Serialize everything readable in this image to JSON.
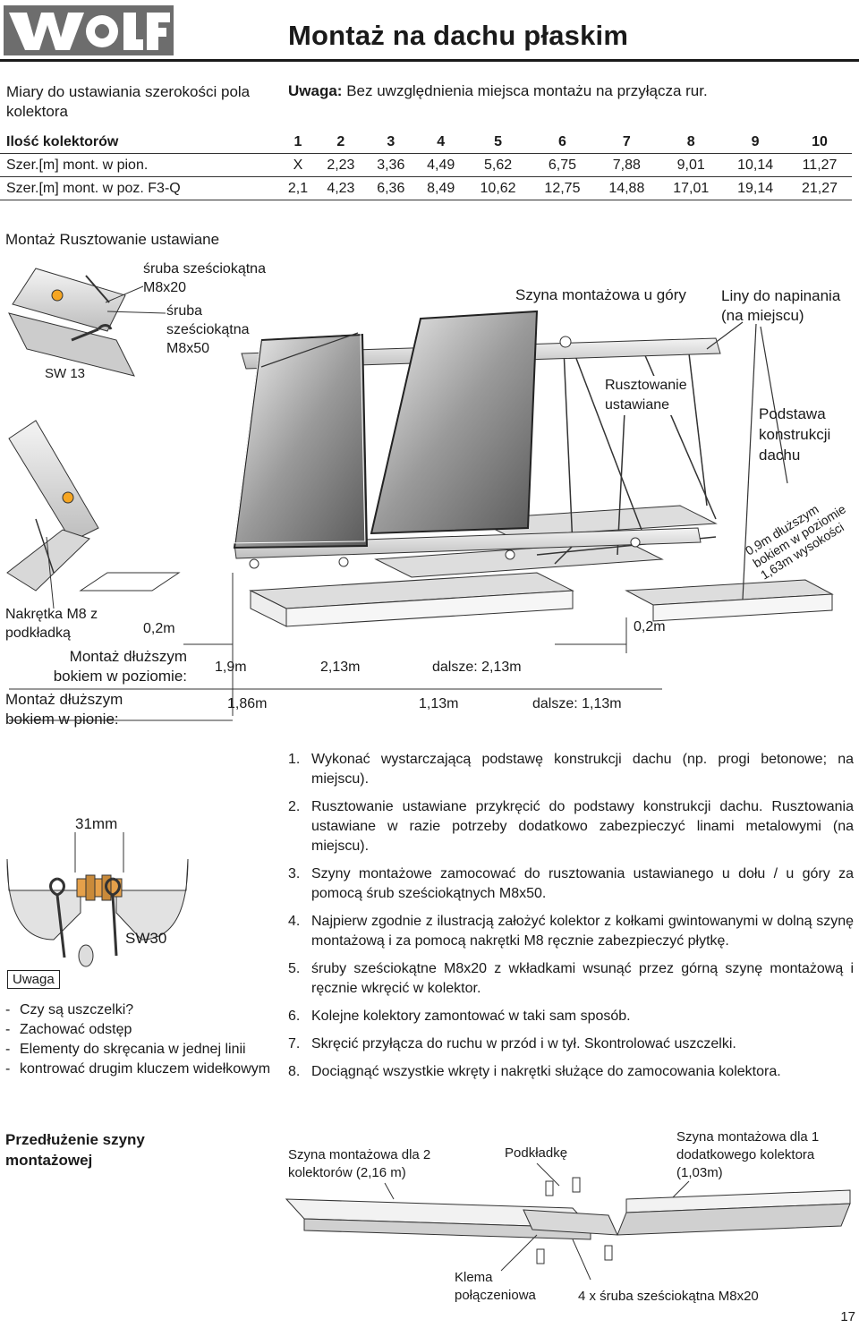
{
  "header": {
    "brand": "WOLF",
    "title": "Montaż na dachu płaskim"
  },
  "dimensions": {
    "heading": "Miary do ustawiania szerokości pola kolektora",
    "note_prefix": "Uwaga:",
    "note": "Bez uwzględnienia miejsca montażu na przyłącza rur.",
    "rows": [
      {
        "label": "Ilość kolektorów",
        "values": [
          "1",
          "2",
          "3",
          "4",
          "5",
          "6",
          "7",
          "8",
          "9",
          "10"
        ]
      },
      {
        "label": "Szer.[m] mont. w pion.",
        "values": [
          "X",
          "2,23",
          "3,36",
          "4,49",
          "5,62",
          "6,75",
          "7,88",
          "9,01",
          "10,14",
          "11,27"
        ]
      },
      {
        "label": "Szer.[m] mont. w poz. F3-Q",
        "values": [
          "2,1",
          "4,23",
          "6,36",
          "8,49",
          "10,62",
          "12,75",
          "14,88",
          "17,01",
          "19,14",
          "21,27"
        ]
      }
    ]
  },
  "assembly": {
    "heading": "Montaż Rusztowanie ustawiane",
    "labels": {
      "screw_m8x20": "śruba sześciokątna M8x20",
      "screw_m8x50": "śruba sześciokątna M8x50",
      "sw13": "SW 13",
      "top_rail": "Szyna montażowa u góry",
      "tension_lines": "Liny do napinania (na miejscu)",
      "frame": "Rusztowanie ustawiane",
      "roof_base": "Podstawa konstrukcji dachu",
      "nut": "Nakrętka M8 z podkładką",
      "horizontal": "Montaż dłuższym bokiem w poziomie:",
      "vertical": "Montaż dłuższym bokiem w pionie:",
      "rotated": "0,9m dłuższym bokiem w poziomie 1,63m wysokości"
    },
    "measures": {
      "left_gap": "0,2m",
      "right_gap": "0,2m",
      "h1": "1,9m",
      "h2": "2,13m",
      "h3": "dalsze: 2,13m",
      "v1": "1,86m",
      "v2": "1,13m",
      "v3": "dalsze: 1,13m"
    }
  },
  "connection": {
    "size": "31mm",
    "wrench": "SW30",
    "warning_label": "Uwaga",
    "checklist": [
      "Czy są uszczelki?",
      "Zachować odstęp",
      "Elementy do skręcania w jednej linii",
      "kontrować drugim kluczem widełkowym"
    ]
  },
  "steps": [
    {
      "n": "1.",
      "text": "Wykonać wystarczającą podstawę konstrukcji dachu (np. progi betonowe; na miejscu)."
    },
    {
      "n": "2.",
      "text": "Rusztowanie ustawiane przykręcić do podstawy konstrukcji dachu. Rusztowania ustawiane w razie potrzeby dodatkowo zabezpieczyć linami metalowymi (na miejscu)."
    },
    {
      "n": "3.",
      "text": "Szyny montażowe zamocować do rusztowania ustawianego u dołu / u góry za pomocą śrub sześciokątnych M8x50."
    },
    {
      "n": "4.",
      "text": "Najpierw zgodnie z ilustracją założyć kolektor z kołkami gwintowanymi w dolną szynę montażową i za pomocą nakrętki M8 ręcznie zabezpieczyć płytkę."
    },
    {
      "n": "5.",
      "text": "śruby sześciokątne M8x20 z wkładkami wsunąć przez górną szynę montażową i ręcznie wkręcić w kolektor."
    },
    {
      "n": "6.",
      "text": "Kolejne kolektory zamontować w taki sam sposób."
    },
    {
      "n": "7.",
      "text": "Skręcić przyłącza do ruchu w przód i w tył. Skontrolować uszczelki."
    },
    {
      "n": "8.",
      "text": "Dociągnąć wszystkie wkręty i nakrętki służące do zamocowania kolektora."
    }
  ],
  "extension": {
    "heading": "Przedłużenie szyny montażowej",
    "rail2": "Szyna montażowa dla 2 kolektorów (2,16 m)",
    "washer": "Podkładkę",
    "rail1": "Szyna montażowa dla 1 dodatkowego kolektora (1,03m)",
    "clamp": "Klema połączeniowa",
    "screws": "4 x śruba sześciokątna M8x20"
  },
  "page_number": "17"
}
